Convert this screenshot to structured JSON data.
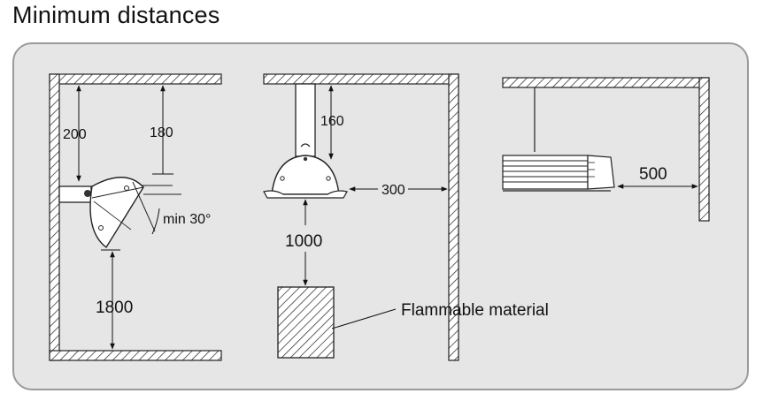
{
  "title": "Minimum distances",
  "dimensions": {
    "wall_left_top": "200",
    "wall_left_ceiling": "180",
    "tilt_angle": "min 30°",
    "wall_left_floor": "1800",
    "ceiling_mount": "160",
    "side_clearance": "300",
    "below_clearance": "1000",
    "wall_right": "500"
  },
  "labels": {
    "flammable": "Flammable material"
  }
}
